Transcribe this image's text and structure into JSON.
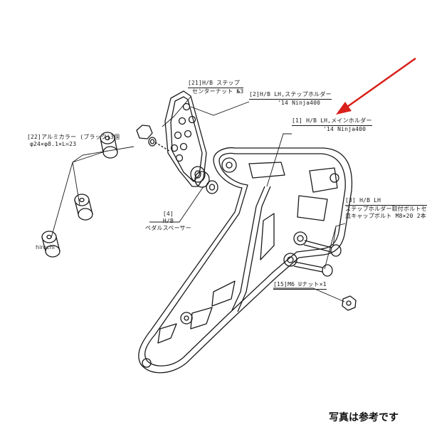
{
  "watermark": "hirochi",
  "note": "写真は参考です",
  "arrow_color": "#d9201a",
  "parts": [
    {
      "line1": "[21]H/B ステップ",
      "line2": "センターナット №3"
    },
    {
      "line1": "[2]H/B LH,ステップホルダー",
      "line2": "'14 Ninja400"
    },
    {
      "line1": "[1]  H/B LH,メインホルダー",
      "line2": "'14 Ninja400"
    },
    {
      "line1": "[22]アルミカラー (ブラック)3個",
      "line2": "φ24×φ8.1×L=23"
    },
    {
      "line1": "[4]",
      "line2": "H/B",
      "line3": "ペダルスペーサー"
    },
    {
      "line1": "[3]      H/B LH",
      "line2": "ステップホルダー取付ボルトセット",
      "line3": "皿キャップボルト M8×20 2本"
    },
    {
      "line1": "[15]M6 Uナット×1"
    }
  ]
}
